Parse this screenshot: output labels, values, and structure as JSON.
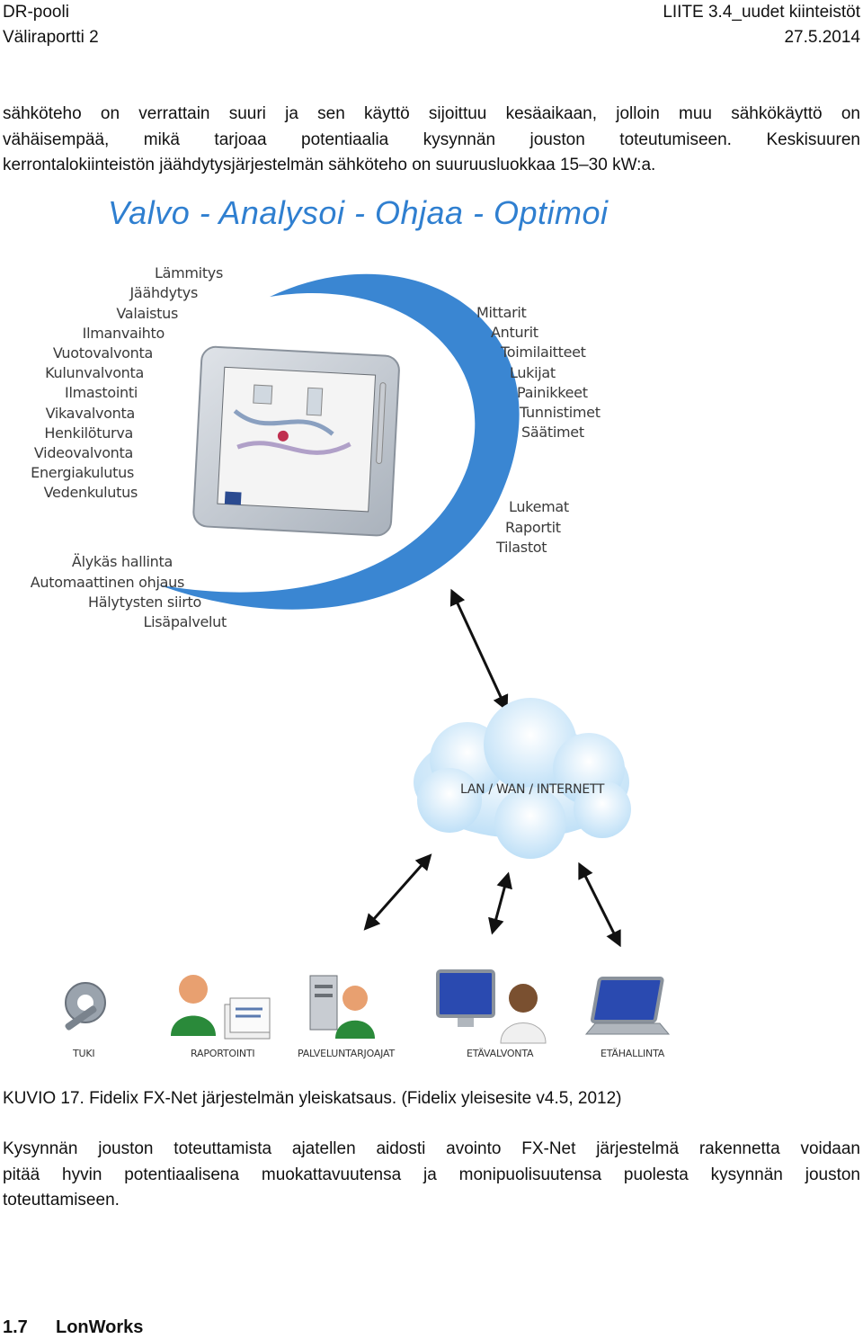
{
  "header": {
    "left_line1": "DR-pooli",
    "left_line2": "Väliraportti 2",
    "right_line1": "LIITE 3.4_uudet kiinteistöt",
    "right_line2": "27.5.2014"
  },
  "intro_paragraph": {
    "line1": "sähköteho on verrattain suuri ja sen käyttö sijoittuu kesäaikaan, jolloin muu sähkökäyttö on",
    "line2": "vähäisempää, mikä tarjoaa potentiaalia kysynnän jouston toteutumiseen. Keskisuuren",
    "line3": "kerrontalokiinteistön jäähdytysjärjestelmän sähköteho on suuruusluokkaa 15–30 kW:a."
  },
  "figure": {
    "title": "Valvo - Analysoi - Ohjaa - Optimoi",
    "left_labels": [
      "Lämmitys",
      "Jäähdytys",
      "Valaistus",
      "Ilmanvaihto",
      "Vuotovalvonta",
      "Kulunvalvonta",
      "Ilmastointi",
      "Vikavalvonta",
      "Henkilöturva",
      "Videovalvonta",
      "Energiakulutus",
      "Vedenkulutus"
    ],
    "right_labels": [
      "Mittarit",
      "Anturit",
      "Toimilaitteet",
      "Lukijat",
      "Painikkeet",
      "Tunnistimet",
      "Säätimet"
    ],
    "report_labels": [
      "Lukemat",
      "Raportit",
      "Tilastot"
    ],
    "control_labels": [
      "Älykäs hallinta",
      "Automaattinen ohjaus",
      "Hälytysten siirto",
      "Lisäpalvelut"
    ],
    "cloud_label": "LAN / WAN / INTERNETT",
    "bottom_labels": [
      "TUKI",
      "RAPORTOINTI",
      "PALVELUNTARJOAJAT",
      "ETÄVALVONTA",
      "ETÄHALLINTA"
    ],
    "colors": {
      "accent_blue": "#2f7fd0",
      "cloud": "#cfe6f8"
    }
  },
  "caption": "KUVIO 17. Fidelix FX-Net järjestelmän yleiskatsaus. (Fidelix yleisesite v4.5, 2012)",
  "body_paragraph": {
    "line1": "Kysynnän jouston toteuttamista ajatellen aidosti avointo FX-Net järjestelmä rakennetta voidaan",
    "line2": "pitää hyvin potentiaalisena muokattavuutensa ja monipuolisuutensa puolesta kysynnän jouston",
    "line3": "toteuttamiseen."
  },
  "section_heading": {
    "number": "1.7",
    "title": "LonWorks"
  }
}
